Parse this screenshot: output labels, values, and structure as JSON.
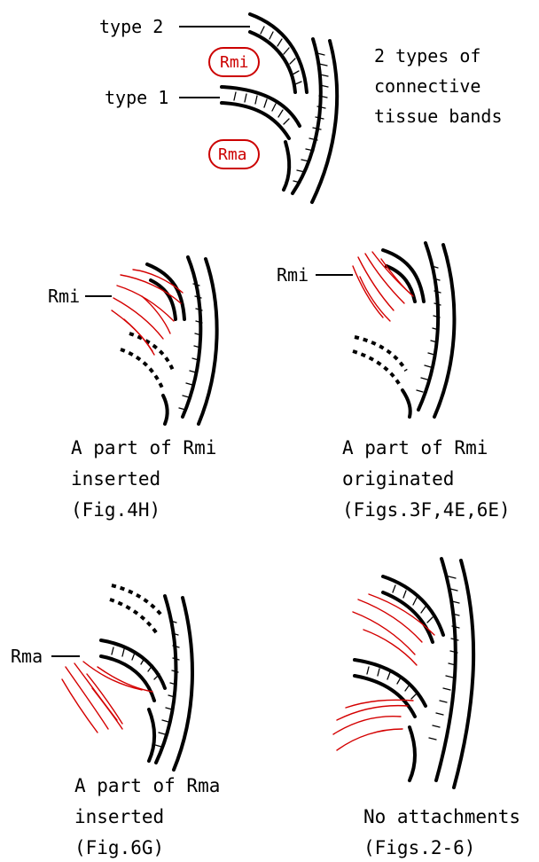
{
  "legend": {
    "type2": "type 2",
    "type1": "type 1",
    "rmi": "Rmi",
    "rma": "Rma",
    "title_line1": "2 types of",
    "title_line2": "connective",
    "title_line3": "tissue bands"
  },
  "panels": [
    {
      "label": "Rmi",
      "caption_line1": "A part of Rmi",
      "caption_line2": "inserted",
      "caption_line3": "(Fig.4H)"
    },
    {
      "label": "Rmi",
      "caption_line1": "A part of Rmi",
      "caption_line2": "originated",
      "caption_line3": "(Figs.3F,4E,6E)"
    },
    {
      "label": "Rma",
      "caption_line1": "A part of Rma",
      "caption_line2": "inserted",
      "caption_line3": "(Fig.6G)"
    },
    {
      "caption_line1": "No attachments",
      "caption_line2": "(Figs.2-6)"
    }
  ],
  "colors": {
    "ink": "#000000",
    "fiber": "#cc0000"
  }
}
